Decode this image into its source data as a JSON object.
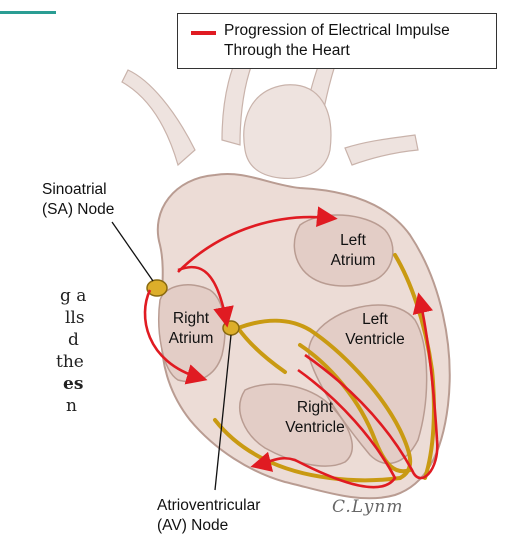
{
  "legend": {
    "line1": "Progression of Electrical Impulse",
    "line2": "Through the Heart",
    "color": "#e01b22"
  },
  "labels": {
    "sa_node_line1": "Sinoatrial",
    "sa_node_line2": "(SA) Node",
    "left_atrium_line1": "Left",
    "left_atrium_line2": "Atrium",
    "right_atrium_line1": "Right",
    "right_atrium_line2": "Atrium",
    "left_ventricle_line1": "Left",
    "left_ventricle_line2": "Ventricle",
    "right_ventricle_line1": "Right",
    "right_ventricle_line2": "Ventricle",
    "av_node_line1": "Atrioventricular",
    "av_node_line2": "(AV) Node"
  },
  "body_text_fragments": [
    "g a",
    "lls",
    "d",
    "the",
    "es",
    "n"
  ],
  "signature": "C.Lynm",
  "colors": {
    "impulse": "#e01b22",
    "conduction": "#c99a12",
    "heart_tissue": "#e9d8d2",
    "accent": "#2a9d93"
  }
}
